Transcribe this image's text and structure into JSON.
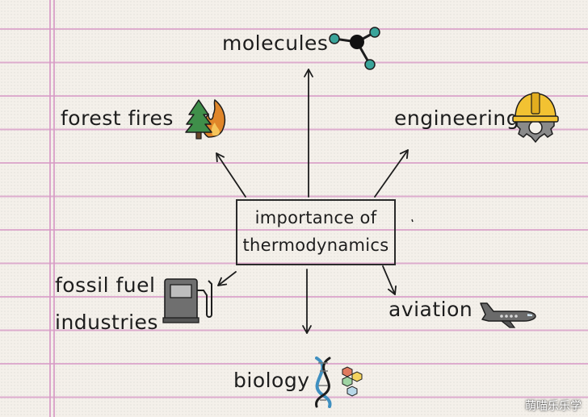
{
  "center": {
    "line1": "importance of",
    "line2": "thermodynamics"
  },
  "branches": {
    "molecules": "molecules",
    "forest_fires": "forest fires",
    "engineering": "engineering",
    "fossil_fuel_line1": "fossil fuel",
    "fossil_fuel_line2": "industries",
    "aviation": "aviation",
    "biology": "biology"
  },
  "icons": {
    "molecules": "molecule-icon",
    "forest_fires": "tree-fire-icon",
    "engineering": "hard-hat-gear-icon",
    "fossil_fuel": "fuel-pump-icon",
    "aviation": "airplane-icon",
    "biology": "dna-icon"
  },
  "colors": {
    "paper": "#f4f0ea",
    "rule_line": "#d696c4",
    "ink": "#1d1d1d",
    "molecule_teal": "#3aa49a",
    "tree_green": "#3f8f4a",
    "flame_orange": "#e0862a",
    "helmet_yellow": "#f2c232",
    "gear_gray": "#8a8a8a",
    "dna_blue": "#3f8fc0"
  },
  "watermark": "萌喵乐乐学"
}
